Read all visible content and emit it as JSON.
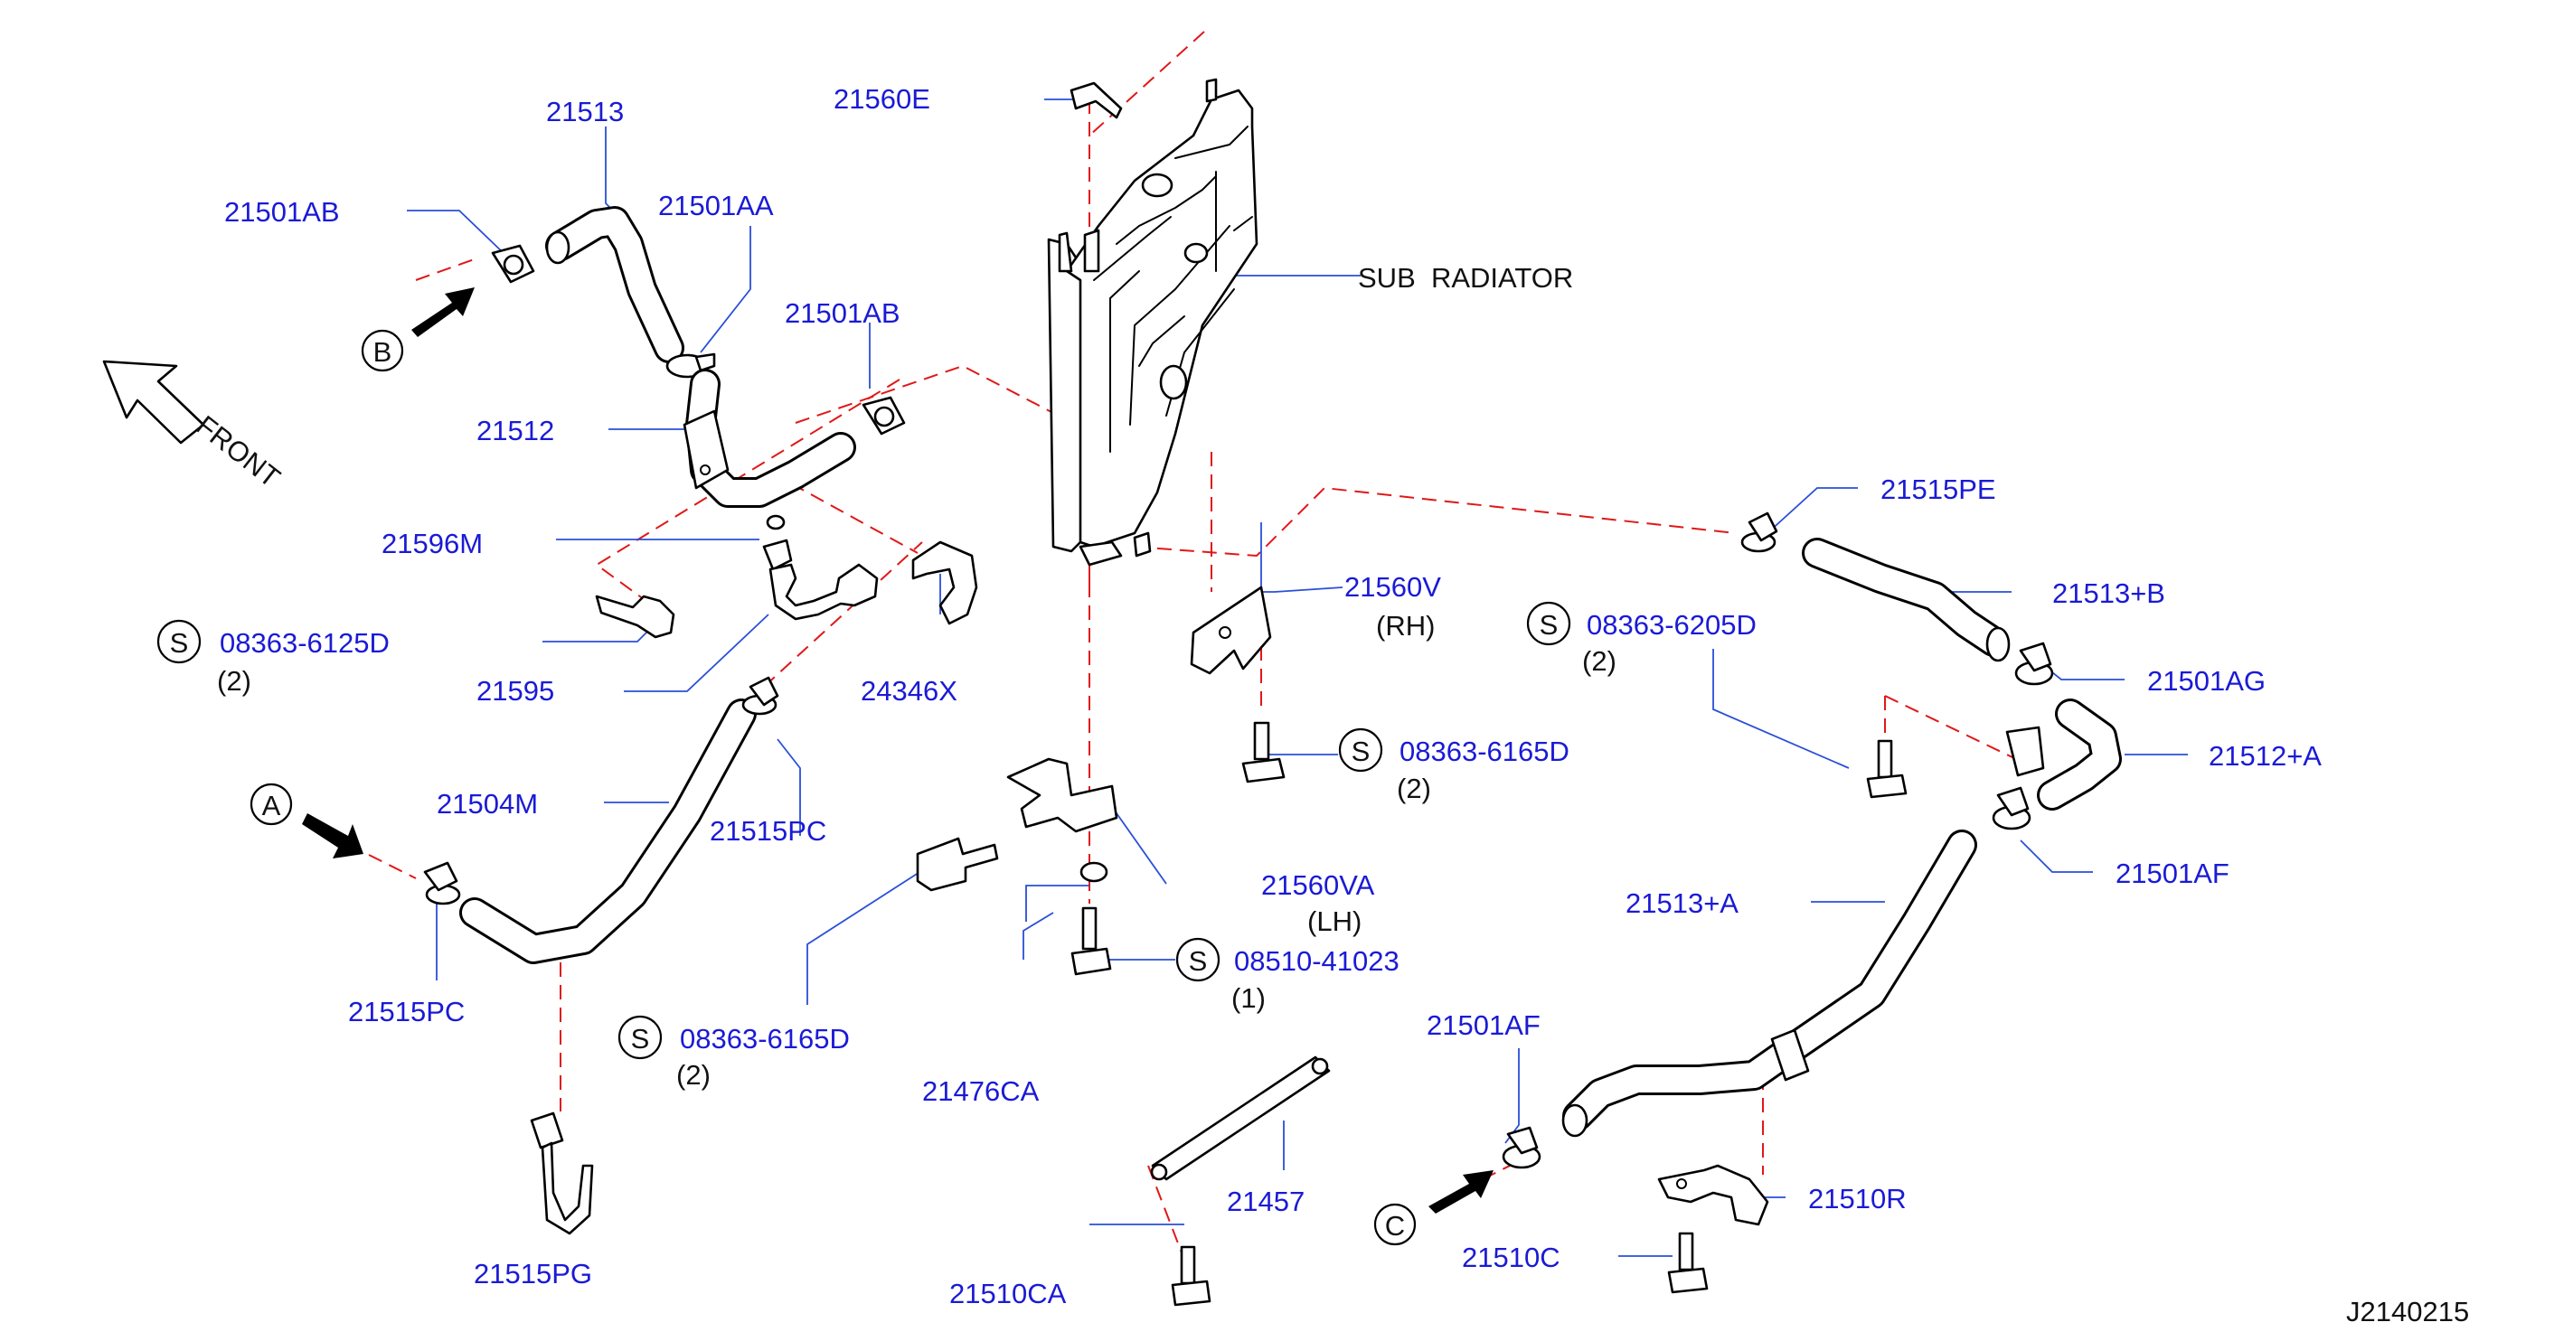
{
  "diagram_code": "J2140215",
  "front_label": "FRONT",
  "sub_radiator_label": "SUB  RADIATOR",
  "view_markers": {
    "a": "A",
    "b": "B",
    "c": "C"
  },
  "screw_symbol": "S",
  "parts": {
    "p21560E": "21560E",
    "p21513": "21513",
    "p21501AB_top": "21501AB",
    "p21501AA": "21501AA",
    "p21501AB_mid": "21501AB",
    "p21512": "21512",
    "p21596M": "21596M",
    "p08363_6125D": "08363-6125D",
    "q08363_6125D": "(2)",
    "p21595": "21595",
    "p24346X": "24346X",
    "p21504M": "21504M",
    "p21515PC_upper": "21515PC",
    "p21515PC_lower": "21515PC",
    "p21515PG": "21515PG",
    "p21560V": "21560V",
    "q21560V": "(RH)",
    "p08363_6165D_mid": "08363-6165D",
    "q08363_6165D_mid": "(2)",
    "p21560VA": "21560VA",
    "q21560VA": "(LH)",
    "p08510_41023": "08510-41023",
    "q08510_41023": "(1)",
    "p08363_6165D_left": "08363-6165D",
    "q08363_6165D_left": "(2)",
    "p21476CA": "21476CA",
    "p21457": "21457",
    "p21510CA": "21510CA",
    "p21515PE": "21515PE",
    "p21513B": "21513+B",
    "p08363_6205D": "08363-6205D",
    "q08363_6205D": "(2)",
    "p21501AG": "21501AG",
    "p21512A": "21512+A",
    "p21501AF_right": "21501AF",
    "p21513A": "21513+A",
    "p21501AF_lower": "21501AF",
    "p21510R": "21510R",
    "p21510C": "21510C"
  }
}
